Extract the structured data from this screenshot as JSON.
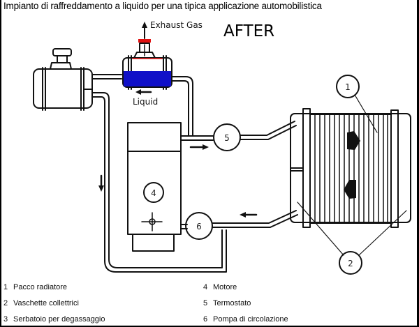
{
  "title": "Impianto di raffreddamento a liquido per una tipica applicazione automobilistica",
  "state_label": "AFTER",
  "annotations": {
    "exhaust_gas": "Exhaust Gas",
    "liquid": "Liquid"
  },
  "callouts": [
    "1",
    "2",
    "4",
    "5",
    "6"
  ],
  "legend": [
    {
      "num": "1",
      "label": "Pacco radiatore"
    },
    {
      "num": "2",
      "label": "Vaschette collettrici"
    },
    {
      "num": "3",
      "label": "Serbatoio per degassaggio"
    },
    {
      "num": "4",
      "label": "Motore"
    },
    {
      "num": "5",
      "label": "Termostato"
    },
    {
      "num": "6",
      "label": "Pompa di circolazione"
    }
  ],
  "colors": {
    "liquid_fill": "#1010c8",
    "cap_highlight": "#e01010",
    "line": "#111111"
  }
}
